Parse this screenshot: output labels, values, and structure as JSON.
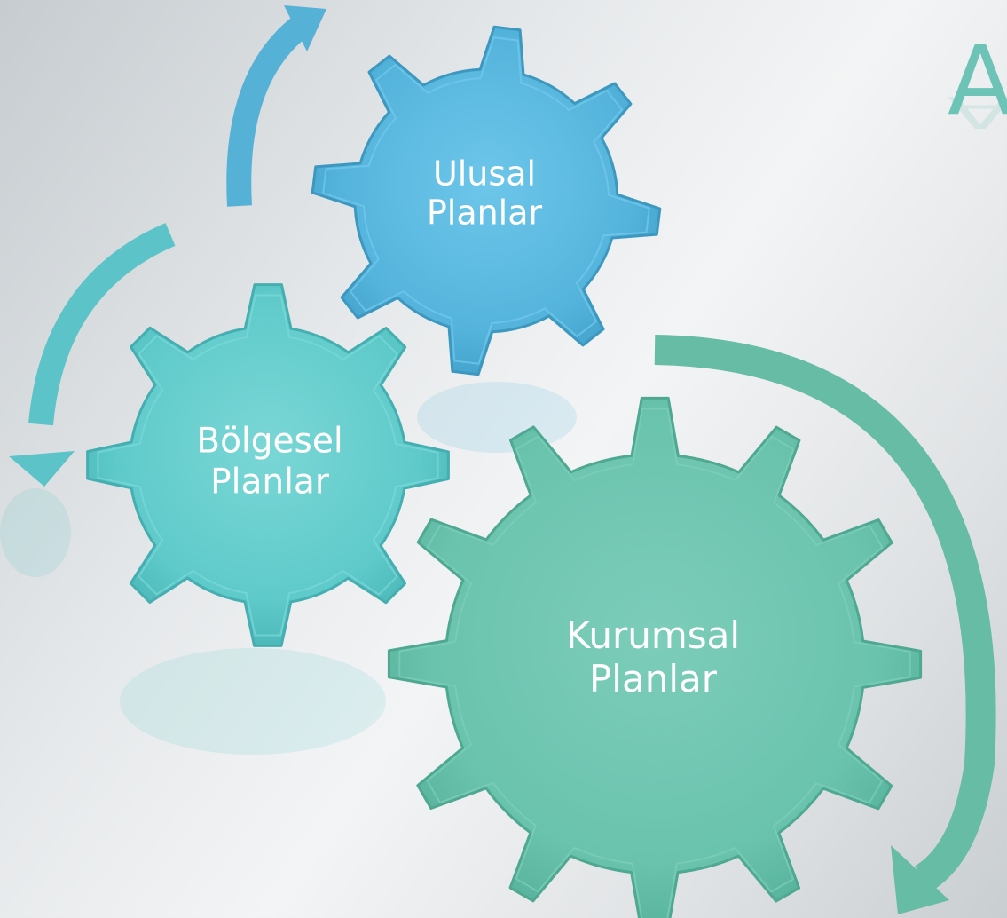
{
  "title_fragment": "A",
  "gears": [
    {
      "id": "ulusal",
      "line1": "Ulusal",
      "line2": "Planlar",
      "color": "#5ab9df"
    },
    {
      "id": "bolgesel",
      "line1": "Bölgesel",
      "line2": "Planlar",
      "color": "#66cccc"
    },
    {
      "id": "kurumsal",
      "line1": "Kurumsal",
      "line2": "Planlar",
      "color": "#6ec5b0"
    }
  ],
  "colors": {
    "background": "#e8ebed",
    "arrow_top": "#55b2d6",
    "arrow_left": "#5cc4c8",
    "arrow_right": "#66bca5",
    "title": "#6cc3b6"
  }
}
